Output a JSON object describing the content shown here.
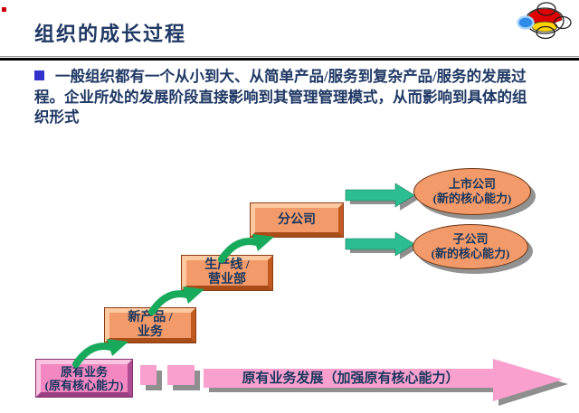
{
  "title": {
    "text": "组织的成长过程"
  },
  "body": {
    "bullet": "square",
    "lines": [
      "一般组织都有一个从小到大、从简单产品/服务到复杂产品/服务的发展过",
      "程。企业所处的发展阶段直接影响到其管理管理模式，从而影响到具体的组",
      "织形式"
    ]
  },
  "diagram": {
    "steps": [
      {
        "id": "step-1",
        "style": "pink",
        "lines": [
          "原有业务",
          "(原有核心能力)"
        ]
      },
      {
        "id": "step-2",
        "style": "orange",
        "lines": [
          "新产品 /",
          "业务"
        ]
      },
      {
        "id": "step-3",
        "style": "orange",
        "lines": [
          "生产线 /",
          "营业部"
        ]
      },
      {
        "id": "step-4",
        "style": "orange",
        "lines": [
          "分公司"
        ]
      }
    ],
    "outcomes": [
      {
        "id": "outcome-listed-company",
        "lines": [
          "上市公司",
          "(新的核心能力)"
        ]
      },
      {
        "id": "outcome-subsidiary",
        "lines": [
          "子公司",
          "(新的核心能力)"
        ]
      }
    ],
    "bottom_arrow": {
      "label": "原有业务发展（加强原有核心能力）"
    },
    "icons": [
      "growth-curved-arrow-icon",
      "right-arrow-icon",
      "dashed-pink-arrow-icon",
      "company-logo-icon"
    ],
    "colors": {
      "orange_face": "#f29a6a",
      "pink_face": "#f287c2",
      "pink_arrow": "#f9a0ce",
      "curved_arrow_green": "#17aa5c",
      "straight_arrow_teal": "#2cbe92",
      "shadow_gray": "#8f8f8f",
      "label_navy": "#17365d",
      "bullet_blue": "#3333cc",
      "title_navy": "#1f3864"
    }
  }
}
